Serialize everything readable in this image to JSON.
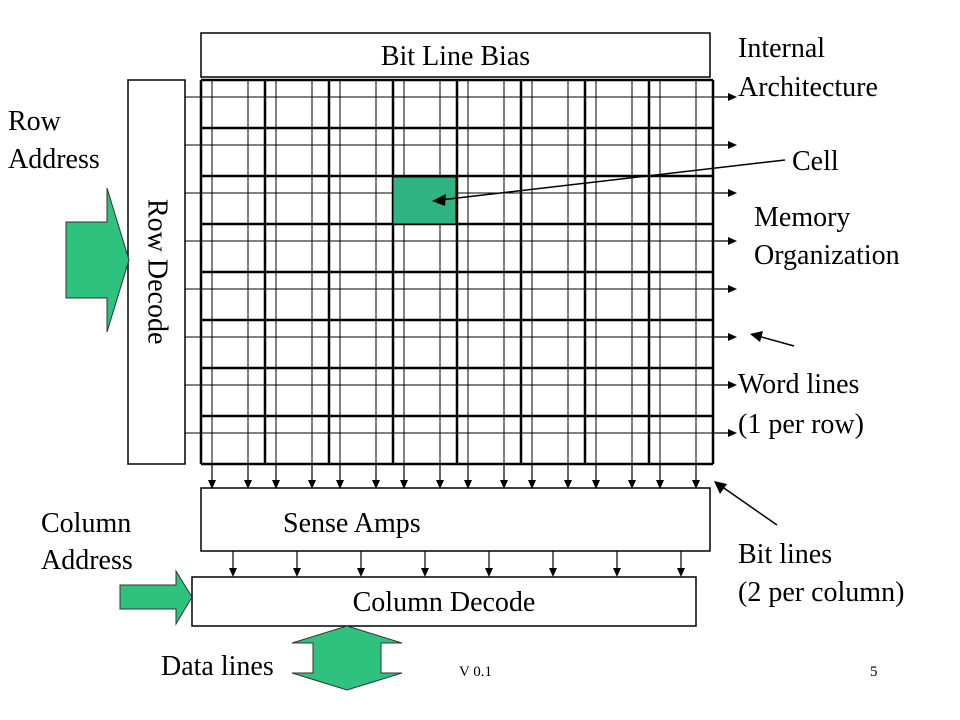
{
  "labels": {
    "bit_line_bias": "Bit Line Bias",
    "row_decode": "Row Decode",
    "sense_amps": "Sense Amps",
    "column_decode": "Column Decode",
    "row_address_line1": "Row",
    "row_address_line2": "Address",
    "column_address_line1": "Column",
    "column_address_line2": "Address",
    "internal_architecture_line1": "Internal",
    "internal_architecture_line2": "Architecture",
    "cell": "Cell",
    "memory_organization_line1": "Memory",
    "memory_organization_line2": "Organization",
    "word_lines_line1": "Word lines",
    "word_lines_line2": "(1 per row)",
    "bit_lines_line1": "Bit lines",
    "bit_lines_line2": "(2 per column)",
    "data_lines": "Data lines"
  },
  "footer": {
    "version": "V 0.1",
    "page_number": "5"
  },
  "colors": {
    "accent_green": "#2ec27e",
    "cell_fill": "#2fb384",
    "line": "#000000",
    "background": "#ffffff"
  }
}
